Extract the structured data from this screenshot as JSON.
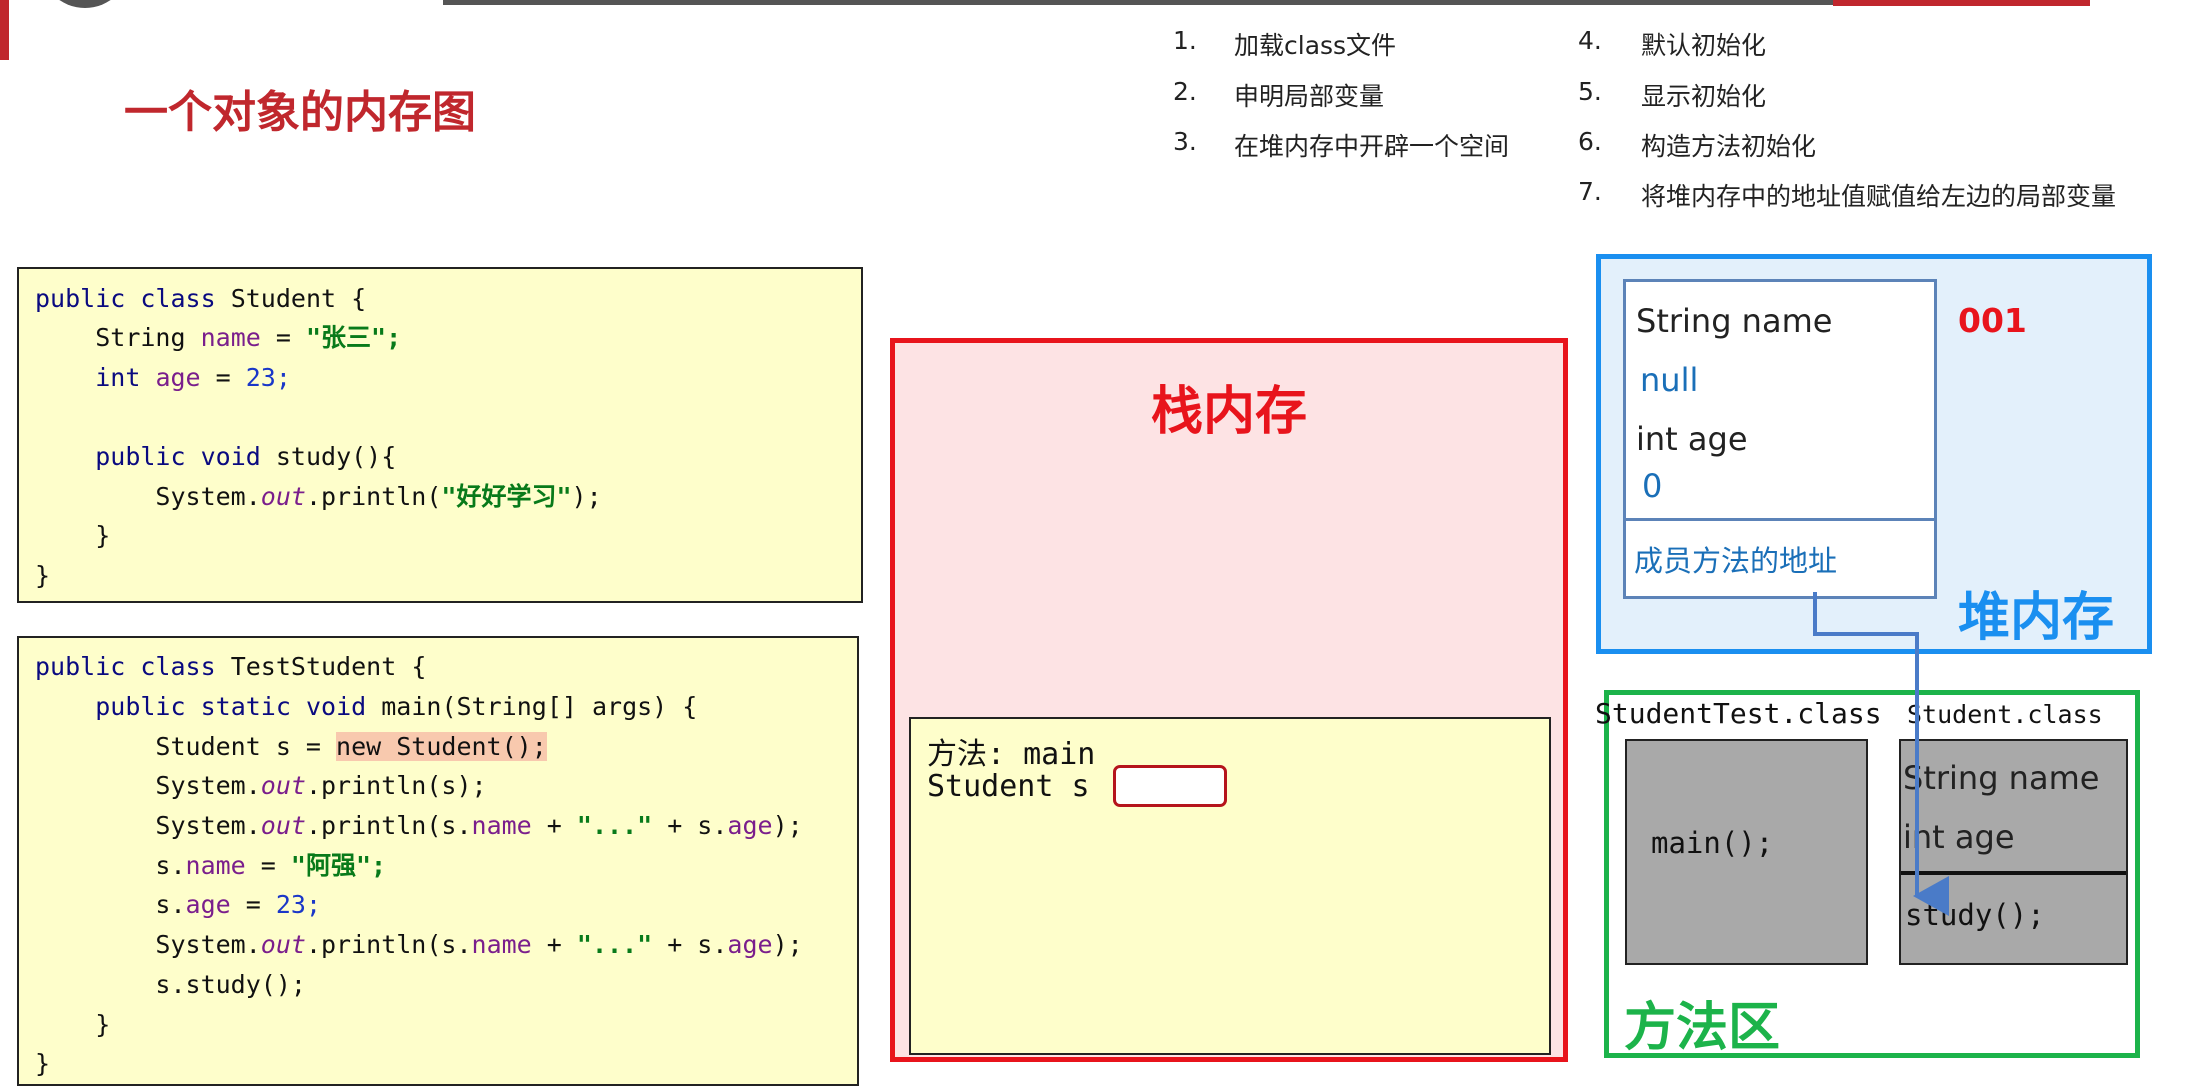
{
  "page_title": "一个对象的内存图",
  "steps": [
    {
      "num": "1.",
      "text": "加载class文件"
    },
    {
      "num": "2.",
      "text": "申明局部变量"
    },
    {
      "num": "3.",
      "text": "在堆内存中开辟一个空间"
    },
    {
      "num": "4.",
      "text": "默认初始化"
    },
    {
      "num": "5.",
      "text": "显示初始化"
    },
    {
      "num": "6.",
      "text": "构造方法初始化"
    },
    {
      "num": "7.",
      "text": "将堆内存中的地址值赋值给左边的局部变量"
    }
  ],
  "code1": {
    "l1": {
      "kw1": "public",
      "kw2": "class",
      "rest": "Student {"
    },
    "l2": {
      "type": "String",
      "field": "name",
      "eq": " = ",
      "str": "\"张三\";"
    },
    "l3": {
      "kw": "int",
      "field": "age",
      "eq": " = ",
      "num": "23;"
    },
    "l5": {
      "kw1": "public",
      "kw2": "void",
      "rest": "study(){"
    },
    "l6": {
      "pre": "System.",
      "it": "out",
      "mid": ".println(",
      "str": "\"好好学习\"",
      "end": ");"
    },
    "l7": "}",
    "l8": "}"
  },
  "code2": {
    "l1": {
      "kw1": "public",
      "kw2": "class",
      "rest": "TestStudent {"
    },
    "l2": {
      "kw1": "public",
      "kw2": "static",
      "kw3": "void",
      "rest": "main(String[] args) {"
    },
    "l3": {
      "pre": "Student s = ",
      "hl": "new Student();"
    },
    "l4": {
      "pre": "System.",
      "it": "out",
      "rest": ".println(s);"
    },
    "l5": {
      "pre": "System.",
      "it": "out",
      "a": ".println(s.",
      "f1": "name",
      "b": " + ",
      "s": "\"...\"",
      "c": " + s.",
      "f2": "age",
      "d": ");"
    },
    "l6": {
      "pre": "s.",
      "f": "name",
      "eq": " = ",
      "str": "\"阿强\";"
    },
    "l7": {
      "pre": "s.",
      "f": "age",
      "eq": " = ",
      "num": "23;"
    },
    "l8": {
      "pre": "System.",
      "it": "out",
      "a": ".println(s.",
      "f1": "name",
      "b": " + ",
      "s": "\"...\"",
      "c": " + s.",
      "f2": "age",
      "d": ");"
    },
    "l9": "s.study();",
    "l10": "}",
    "l11": "}"
  },
  "stack": {
    "title": "栈内存",
    "frame_method": "方法: main",
    "frame_var": "Student s"
  },
  "heap": {
    "title": "堆内存",
    "address": "001",
    "field1_label": "String name",
    "field1_value": "null",
    "field2_label": "int age",
    "field2_value": "0",
    "method_addr": "成员方法的地址"
  },
  "method_area": {
    "title": "方法区",
    "class1_name": "StudentTest.class",
    "class1_method": "main();",
    "class2_name": "Student.class",
    "class2_field1": "String name",
    "class2_field2": "int age",
    "class2_method": "study();"
  },
  "colors": {
    "title_red": "#c0272d",
    "stack_border": "#e8141c",
    "stack_fill": "#fde3e4",
    "heap_border": "#1a8ff0",
    "heap_fill": "#e3f0fb",
    "method_border": "#1cb34a",
    "code_fill": "#fefecb",
    "arrow": "#4a7bc8",
    "heap_value": "#1a6fb8"
  }
}
